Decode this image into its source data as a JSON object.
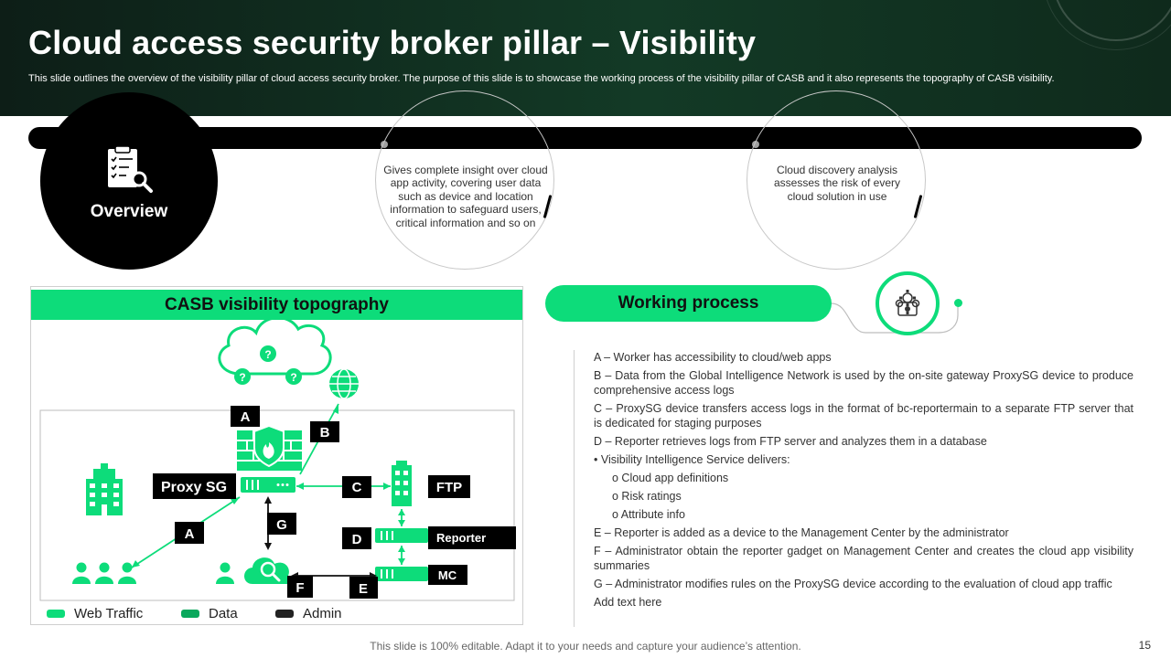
{
  "header": {
    "title": "Cloud access security broker pillar – Visibility",
    "subtitle": "This slide outlines the overview of the visibility pillar of cloud access security broker. The purpose of this slide is to showcase the working process of the visibility pillar of CASB and it also represents the topography of CASB visibility."
  },
  "overview": {
    "label": "Overview",
    "icon": "clipboard-search-icon"
  },
  "info_points": [
    {
      "text": "Gives complete insight over cloud app activity,  covering user data such as device and location information to safeguard users, critical information and so on"
    },
    {
      "text": "Cloud discovery analysis assesses the risk of every cloud solution in use"
    }
  ],
  "topography": {
    "title": "CASB visibility topography",
    "labels": {
      "A_top": "A",
      "B": "B",
      "C": "C",
      "A_left": "A",
      "G": "G",
      "D": "D",
      "E": "E",
      "F": "F",
      "proxy": "Proxy SG",
      "ftp": "FTP",
      "reporter": "Reporter",
      "mc": "MC"
    },
    "legend": [
      {
        "label": "Web Traffic",
        "color": "#0ddc7a"
      },
      {
        "label": "Data",
        "color": "#0aa85c"
      },
      {
        "label": "Admin",
        "color": "#222222"
      }
    ]
  },
  "working_process": {
    "title": "Working process",
    "items": [
      {
        "type": "row",
        "text": "A – Worker has accessibility to cloud/web apps"
      },
      {
        "type": "row",
        "text": "B –  Data from the Global Intelligence Network is used by the on-site gateway ProxySG device to produce comprehensive  access logs"
      },
      {
        "type": "row",
        "text": "C –  ProxySG device transfers access logs in the format of bc-reportermain  to a separate FTP server that is dedicated for staging purposes"
      },
      {
        "type": "row",
        "text": "D –  Reporter retrieves  logs from FTP server  and analyzes them in a database"
      },
      {
        "type": "bul",
        "text": "•   Visibility Intelligence Service delivers:"
      },
      {
        "type": "sub",
        "text": "o    Cloud app definitions"
      },
      {
        "type": "sub",
        "text": "o    Risk ratings"
      },
      {
        "type": "sub",
        "text": "o    Attribute info"
      },
      {
        "type": "row",
        "text": "E –  Reporter is added as a device to the Management Center  by the administrator"
      },
      {
        "type": "row",
        "text": "F –  Administrator obtain the reporter gadget on Management Center and creates the cloud app visibility summaries"
      },
      {
        "type": "row",
        "text": "G –  Administrator modifies rules on the ProxySG device  according to the evaluation  of cloud app traffic"
      },
      {
        "type": "row",
        "text": "Add text here"
      }
    ]
  },
  "footer": {
    "note": "This slide is 100% editable. Adapt it to your needs and capture your audience’s attention.",
    "page": "15"
  },
  "colors": {
    "accent": "#0ddc7a",
    "dark": "#000000",
    "header_bg": "#133a26"
  }
}
